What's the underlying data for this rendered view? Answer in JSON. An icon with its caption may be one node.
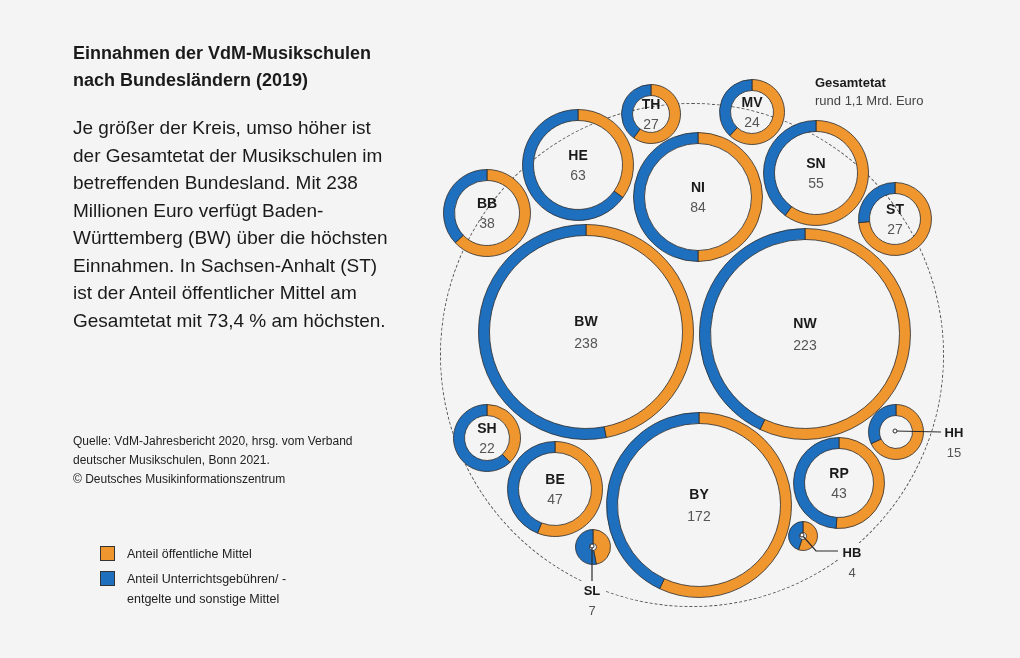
{
  "diagram": {
    "title": "Einnahmen der VdM-Musikschulen nach Bundesländern (2019)",
    "nodes": [
      {
        "text": [
          "Gesamtetat",
          "rund 1,1 Mrd. Euro"
        ]
      },
      {
        "text": [
          "TH",
          "27"
        ],
        "in": 0
      },
      {
        "text": [
          "MV",
          "24"
        ],
        "in": 0
      },
      {
        "text": [
          "HE",
          "63"
        ],
        "in": 0
      },
      {
        "text": [
          "NI",
          "84"
        ],
        "in": 0
      },
      {
        "text": [
          "SN",
          "55"
        ],
        "in": 0
      },
      {
        "text": [
          "BB",
          "38"
        ],
        "in": 0
      },
      {
        "text": [
          "ST",
          "27"
        ],
        "in": 0
      },
      {
        "text": [
          "BW",
          "238"
        ],
        "in": 0
      },
      {
        "text": [
          "NW",
          "223"
        ],
        "in": 0
      },
      {
        "text": [
          "SH",
          "22"
        ],
        "in": 0
      },
      {
        "text": [],
        "shape": "circle",
        "in": 0
      },
      {
        "text": [
          "HH",
          "15"
        ]
      },
      {
        "text": [
          "BE",
          "47"
        ],
        "in": 0
      },
      {
        "text": [
          "RP",
          "43"
        ],
        "in": 0
      },
      {
        "text": [
          "BY",
          "172"
        ],
        "in": 0
      },
      {
        "text": [],
        "shape": "circle",
        "in": 0
      },
      {
        "text": [],
        "shape": "circle",
        "in": 0
      },
      {
        "text": [
          "HB",
          "4"
        ],
        "in": 0
      },
      {
        "text": [
          "SL",
          "7"
        ]
      }
    ],
    "edges": [
      {
        "from": 12,
        "to": 11,
        "arrow": "other"
      },
      {
        "from": 18,
        "to": 16,
        "arrow": "other"
      },
      {
        "from": 19,
        "to": 17,
        "arrow": "other"
      }
    ],
    "labels": [
      "Je größer der Kreis, umso höher ist der Gesamtetat der Musikschulen im betreffenden Bundesland. Mit 238 Millionen Euro verfügt Baden-Württemberg (BW) über die höchsten Einnahmen. In Sachsen-Anhalt (ST) ist der Anteil öffentlicher Mittel am Gesamtetat mit 73,4 % am höchsten.",
      "Quelle: VdM-Jahresbericht 2020, hrsg. vom Verband deutscher Musikschulen, Bonn 2021.",
      "© Deutsches Musikinformationszentrum"
    ],
    "legend": [
      {
        "text": "Anteil öffentliche Mittel",
        "color": "#f0962f"
      },
      {
        "text": "Anteil Unterrichtsgebühren/ -entgelte und sonstige Mittel",
        "color": "#1f6fbf"
      }
    ]
  }
}
